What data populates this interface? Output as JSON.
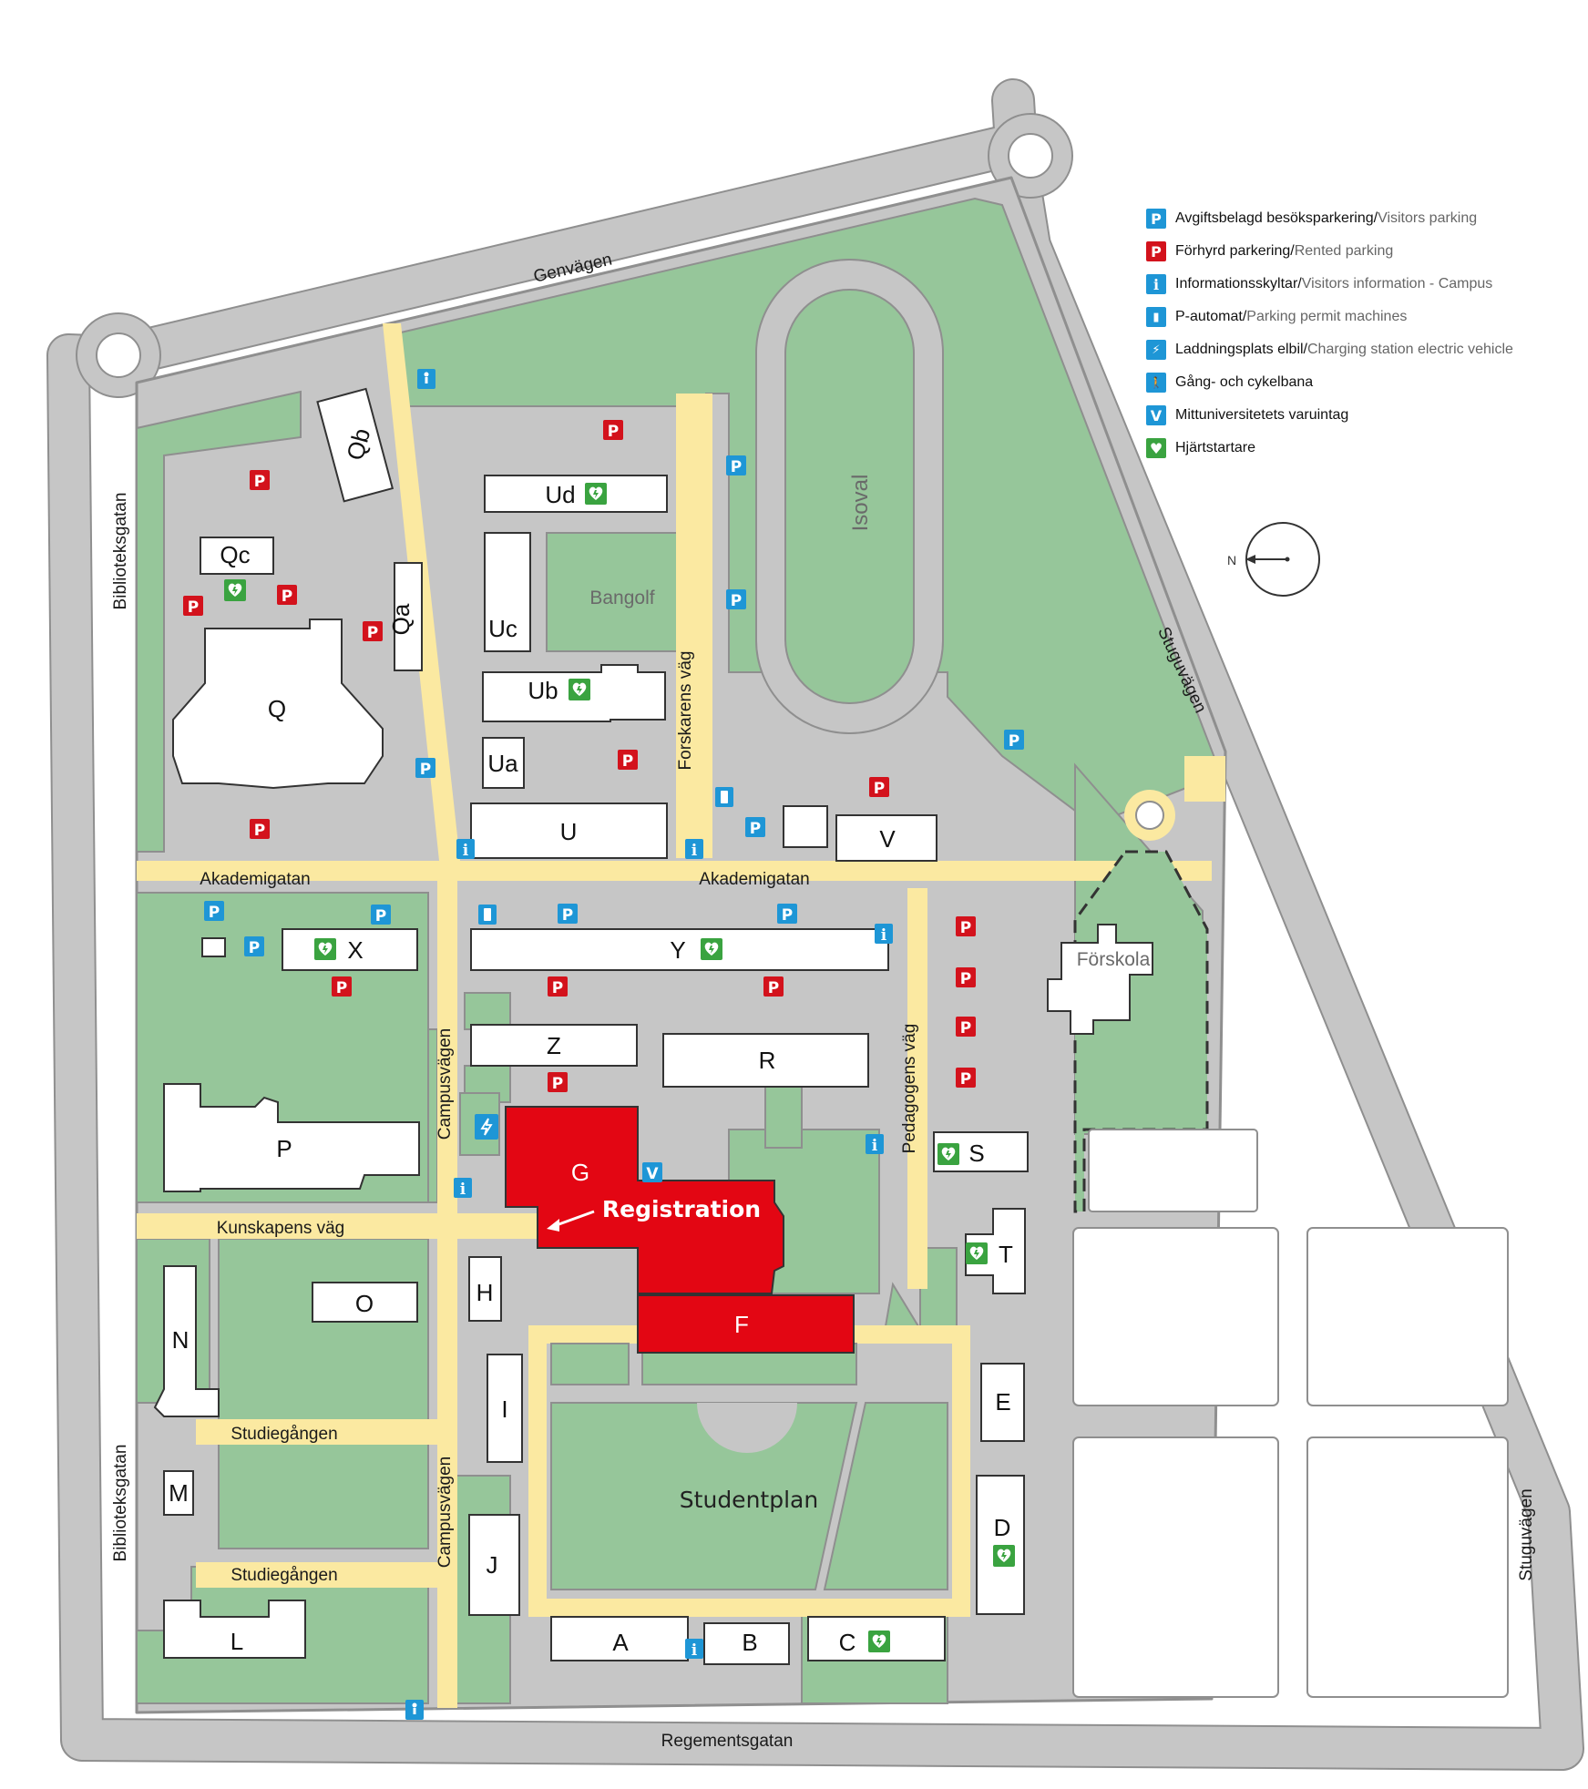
{
  "map": {
    "streets": {
      "genvagen": "Genvägen",
      "biblioteksgatan_top": "Biblioteksgatan",
      "biblioteksgatan_bottom": "Biblioteksgatan",
      "akademigatan_left": "Akademigatan",
      "akademigatan_right": "Akademigatan",
      "campusvagen_top": "Campusvägen",
      "campusvagen_bottom": "Campusvägen",
      "forskarens_vag": "Forskarens väg",
      "pedagogens_vag": "Pedagogens väg",
      "kunskapens_vag": "Kunskapens väg",
      "studiegangen_top": "Studiegången",
      "studiegangen_bottom": "Studiegången",
      "regementsgatan": "Regementsgatan",
      "stuguvagen_top": "Stuguvägen",
      "stuguvagen_bottom": "Stuguvägen"
    },
    "buildings": {
      "Q": "Q",
      "Qa": "Qa",
      "Qb": "Qb",
      "Qc": "Qc",
      "U": "U",
      "Ua": "Ua",
      "Ub": "Ub",
      "Uc": "Uc",
      "Ud": "Ud",
      "V": "V",
      "X": "X",
      "Y": "Y",
      "Z": "Z",
      "R": "R",
      "P": "P",
      "G": "G",
      "F": "F",
      "H": "H",
      "O": "O",
      "N": "N",
      "M": "M",
      "L": "L",
      "I": "I",
      "J": "J",
      "A": "A",
      "B": "B",
      "C": "C",
      "D": "D",
      "E": "E",
      "S": "S",
      "T": "T"
    },
    "areas": {
      "isoval": "Isoval",
      "bangolf": "Bangolf",
      "forskola": "Förskola",
      "studentplan": "Studentplan",
      "registration": "Registration"
    },
    "compass": "N",
    "colors": {
      "road": "#c6c6c6",
      "road_edge": "#8f8f8f",
      "green": "#96c69a",
      "path": "#fbe9a1",
      "building": "#ffffff",
      "highlight": "#e30613",
      "parking_blue": "#1e96d6",
      "parking_red": "#d3121c",
      "aed_green": "#3aa340"
    }
  },
  "legend": [
    {
      "icon": "parking-visitors-icon",
      "symbol": "P",
      "color": "#1e96d6",
      "sv": "Avgiftsbelagd besöksparkering/",
      "en": "Visitors parking"
    },
    {
      "icon": "parking-rented-icon",
      "symbol": "P",
      "color": "#d3121c",
      "sv": "Förhyrd parkering/",
      "en": "Rented parking"
    },
    {
      "icon": "information-icon",
      "symbol": "i",
      "color": "#1e96d6",
      "sv": "Informationsskyltar/",
      "en": "Visitors information - Campus"
    },
    {
      "icon": "parking-machine-icon",
      "symbol": "▮",
      "color": "#1e96d6",
      "sv": "P-automat/",
      "en": "Parking permit machines"
    },
    {
      "icon": "ev-charging-icon",
      "symbol": "⚡",
      "color": "#1e96d6",
      "sv": "Laddningsplats elbil/",
      "en": "Charging station electric vehicle"
    },
    {
      "icon": "pedestrian-cycle-icon",
      "symbol": "🚶",
      "color": "#1e96d6",
      "sv": "Gång- och cykelbana",
      "en": ""
    },
    {
      "icon": "delivery-icon",
      "symbol": "V",
      "color": "#1e96d6",
      "sv": "Mittuniversitetets varuintag",
      "en": ""
    },
    {
      "icon": "defibrillator-icon",
      "symbol": "♥",
      "color": "#3aa340",
      "sv": "Hjärtstartare",
      "en": ""
    }
  ]
}
